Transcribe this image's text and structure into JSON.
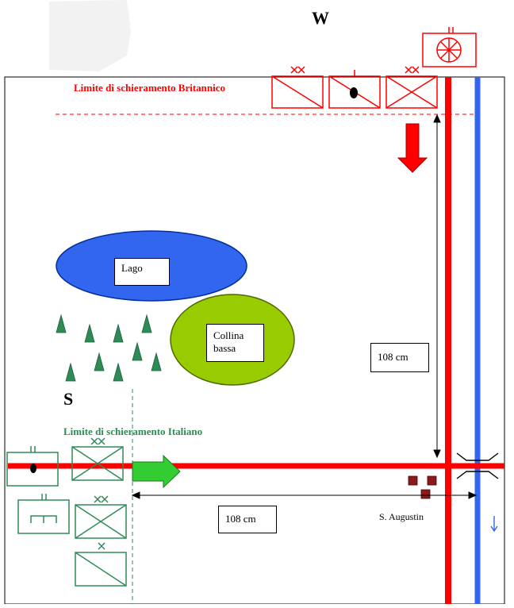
{
  "compass": {
    "west": "W",
    "south": "S"
  },
  "deployment_limits": {
    "british": "Limite di schieramento Britannico",
    "italian": "Limite di schieramento Italiano"
  },
  "terrain": {
    "lake": "Lago",
    "hill_line1": "Collina",
    "hill_line2": "bassa",
    "town": "S. Augustin"
  },
  "distances": {
    "vertical": "108 cm",
    "horizontal": "108 cm"
  },
  "colors": {
    "british": "#ff0000",
    "italian": "#2e8b57",
    "road": "#ff0000",
    "river": "#3366ee",
    "lake": "#3366ee",
    "hill": "#99cc00",
    "forest": "#2e8b57",
    "town": "#8b0000",
    "arrow_british": "#ff0000",
    "arrow_italian": "#33cc33"
  }
}
